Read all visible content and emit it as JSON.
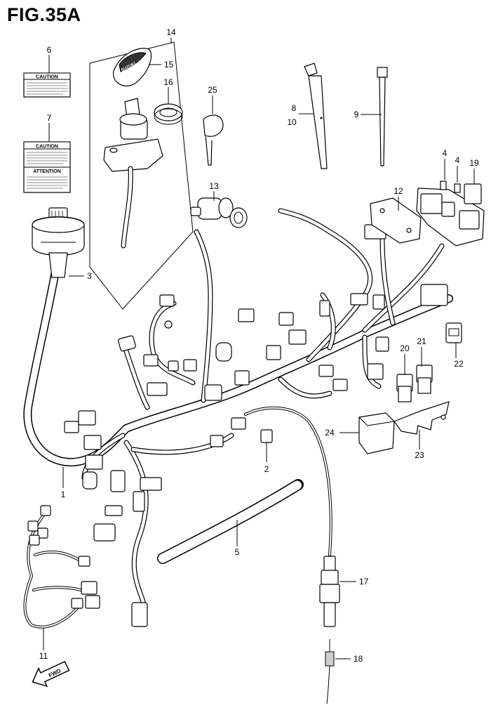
{
  "figure": {
    "title": "FIG.35A"
  },
  "labels": {
    "caution_1": "CAUTION",
    "caution_2": "CAUTION",
    "attention": "ATTENTION",
    "fwd": "FWD",
    "brand": "SUZUKI"
  },
  "callouts": [
    {
      "id": "c1",
      "text": "1"
    },
    {
      "id": "c2",
      "text": "2"
    },
    {
      "id": "c3",
      "text": "3"
    },
    {
      "id": "c4a",
      "text": "4"
    },
    {
      "id": "c4b",
      "text": "4"
    },
    {
      "id": "c5",
      "text": "5"
    },
    {
      "id": "c6",
      "text": "6"
    },
    {
      "id": "c7",
      "text": "7"
    },
    {
      "id": "c8",
      "text": "8"
    },
    {
      "id": "c10",
      "text": "10"
    },
    {
      "id": "c9",
      "text": "9"
    },
    {
      "id": "c11",
      "text": "11"
    },
    {
      "id": "c12",
      "text": "12"
    },
    {
      "id": "c13",
      "text": "13"
    },
    {
      "id": "c14",
      "text": "14"
    },
    {
      "id": "c15",
      "text": "15"
    },
    {
      "id": "c16",
      "text": "16"
    },
    {
      "id": "c17",
      "text": "17"
    },
    {
      "id": "c18",
      "text": "18"
    },
    {
      "id": "c19",
      "text": "19"
    },
    {
      "id": "c20",
      "text": "20"
    },
    {
      "id": "c21",
      "text": "21"
    },
    {
      "id": "c22",
      "text": "22"
    },
    {
      "id": "c23",
      "text": "23"
    },
    {
      "id": "c24",
      "text": "24"
    },
    {
      "id": "c25",
      "text": "25"
    }
  ]
}
